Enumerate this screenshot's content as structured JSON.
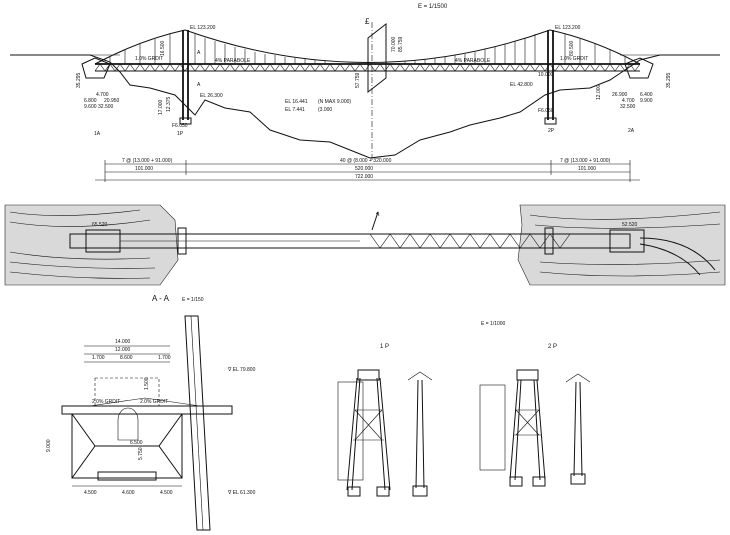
{
  "elevation": {
    "scale": "E = 1/1500",
    "axis_mark": "£",
    "labels": {
      "el_left_top": "EL 123.200",
      "el_right_top": "EL 123.200",
      "grade_left": "1.0% GRDIT",
      "grade_right": "1.0% GRDIT",
      "parabola_left": "4% PARABOLE",
      "parabola_right": "4% PARABOLE",
      "el_26": "EL 26.300",
      "el_42": "EL 42.800",
      "el_16": "EL 16.441",
      "nmax": "(N MAX 9.000)",
      "el_7": "EL 7.441",
      "val_3000": "(3.000",
      "sec_a": "A",
      "abut_1a": "1A",
      "pier_1p": "1P",
      "pier_2p": "2P",
      "abut_2a": "2A",
      "dim_left_vert": "35.295",
      "dim_right_vert": "35.295",
      "dim_left_6": "6.800",
      "dim_left_9": "9.600",
      "dim_left_4": "4.700",
      "dim_left_20": "20.950",
      "dim_left_32": "32.500",
      "dim_right_32": "32.500",
      "dim_right_26": "26.900",
      "dim_right_4": "4.700",
      "dim_right_6": "6.400",
      "dim_right_9": "9.900",
      "dim_mid_57": "57.759",
      "dim_mid_70": "70.000",
      "dim_mid_85": "85.759",
      "dim_tl_16": "16.500",
      "dim_tr_80": "80.500",
      "dim_left_17": "17.000",
      "dim_left_12": "12.375",
      "dim_right_10": "10.000",
      "dim_right_12": "12.000",
      "dim_f_left": "F6.050",
      "dim_f_right": "F6.050",
      "span_left": "7 @ (13.000 + 91.000)",
      "span_mid": "40 @ (8.000 + 320.000",
      "span_right": "7 @ (13.000 + 91.000)",
      "total_101_left": "101.000",
      "total_520": "520.000",
      "total_101_right": "101.000",
      "total_722": "722.000"
    }
  },
  "plan": {
    "label_left": "65.520",
    "label_right": "52.520"
  },
  "section": {
    "title": "A - A",
    "scale": "E = 1/150",
    "dims": {
      "d14": "14.000",
      "d12": "12.000",
      "d1700a": "1.700",
      "d8600": "8.600",
      "d1700b": "1.700",
      "d1500": "1.500",
      "grade_l": "2.0% GRDIT",
      "grade_r": "2.0% GRDIT",
      "d9000": "9.000",
      "d6500": "6.500",
      "d5750": "5.750",
      "b1": "4.500",
      "b2": "4.600",
      "b3": "4.500",
      "el_top": "∇ EL 79.800",
      "el_bottom": "∇ EL 61.300"
    }
  },
  "towers": {
    "scale": "E = 1/1000",
    "t1_label": "1 P",
    "t2_label": "2 P"
  }
}
